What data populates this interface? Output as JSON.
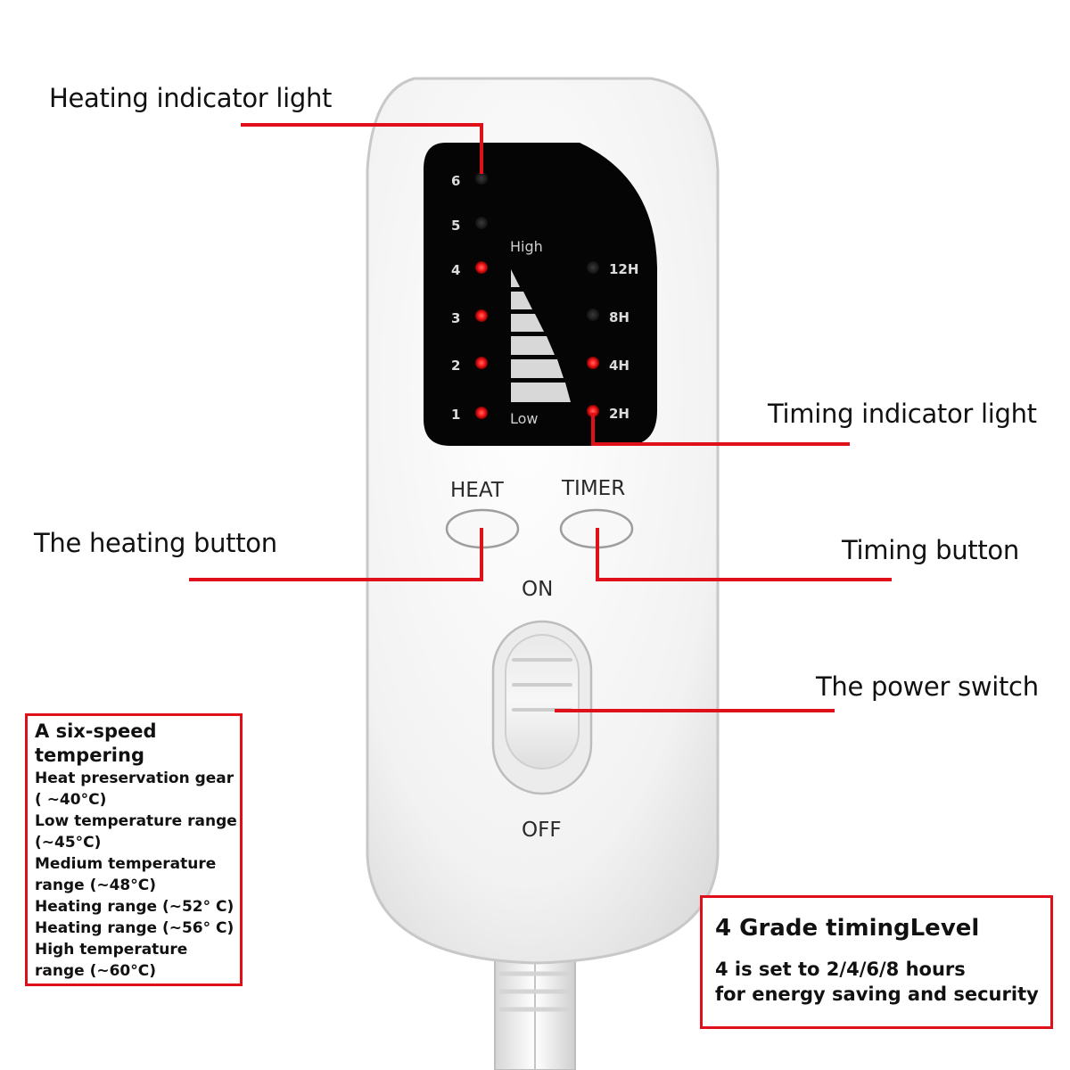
{
  "callouts": {
    "heating_indicator_light": "Heating indicator light",
    "timing_indicator_light": "Timing indicator light",
    "heating_button": "The heating button",
    "timing_button": "Timing button",
    "power_switch": "The power switch"
  },
  "panel": {
    "heat_levels": [
      "6",
      "5",
      "4",
      "3",
      "2",
      "1"
    ],
    "heat_levels_lit": [
      false,
      false,
      true,
      true,
      true,
      true
    ],
    "scale_high": "High",
    "scale_low": "Low",
    "timer_levels": [
      "12H",
      "8H",
      "4H",
      "2H"
    ],
    "timer_levels_lit": [
      false,
      false,
      true,
      true
    ]
  },
  "device": {
    "heat_label": "HEAT",
    "timer_label": "TIMER",
    "on_label": "ON",
    "off_label": "OFF"
  },
  "tempering_box": {
    "title_lines": [
      "A six-speed",
      "tempering"
    ],
    "lines": [
      "Heat preservation gear",
      "( ~40°C)",
      "Low temperature range",
      "(~45°C)",
      "Medium temperature",
      "range (~48°C)",
      "Heating range (~52° C)",
      "Heating range (~56° C)",
      "High temperature",
      "range (~60°C)"
    ]
  },
  "timing_box": {
    "title": "4 Grade timingLevel",
    "lines": [
      "4 is set to 2/4/6/8 hours",
      "for energy saving and security"
    ]
  },
  "colors": {
    "accent_red": "#e0101a",
    "led_on": "#ff1a1a",
    "led_off": "#1c1c1c",
    "display_bg": "#050505",
    "device_body": "#f4f4f4"
  }
}
